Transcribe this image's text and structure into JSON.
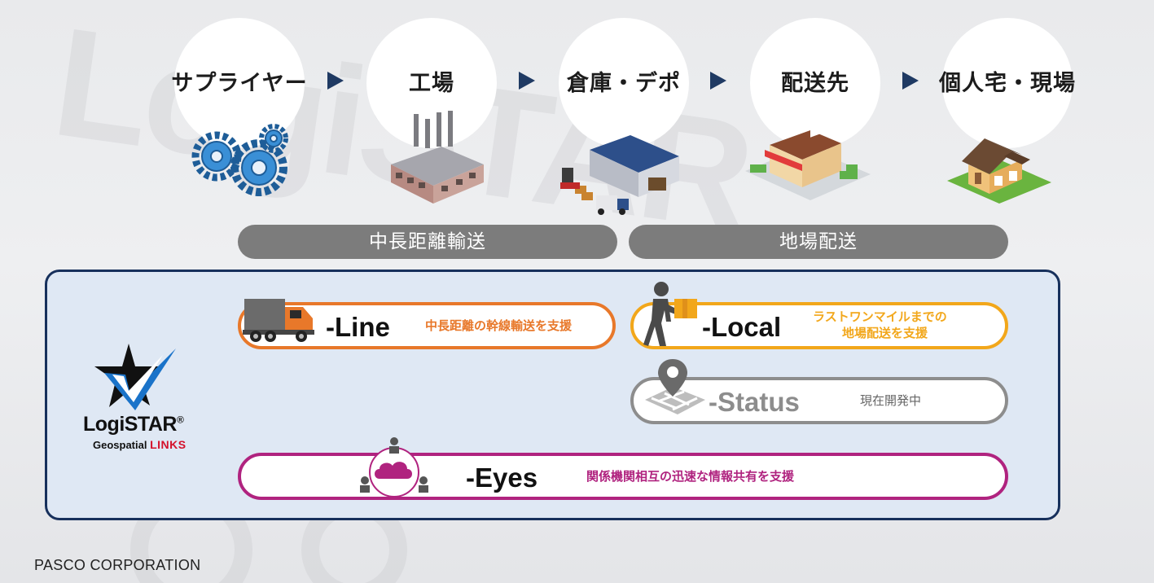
{
  "chain": {
    "stages": [
      {
        "label": "サプライヤー",
        "icon": "gears-icon"
      },
      {
        "label": "工場",
        "icon": "factory-icon"
      },
      {
        "label": "倉庫・デポ",
        "icon": "warehouse-icon"
      },
      {
        "label": "配送先",
        "icon": "store-icon"
      },
      {
        "label": "個人宅・現場",
        "icon": "house-icon"
      }
    ],
    "segments": {
      "long_haul": "中長距離輸送",
      "local": "地場配送"
    }
  },
  "logo": {
    "name": "LogiSTAR",
    "mark": "®",
    "sub": "Geospatial",
    "sub_accent": "LINKS"
  },
  "services": {
    "line": {
      "name": "-Line",
      "desc": "中長距離の幹線輸送を支援",
      "color": "#e8782a",
      "icon": "truck-icon"
    },
    "local": {
      "name": "-Local",
      "desc_1": "ラストワンマイルまでの",
      "desc_2": "地場配送を支援",
      "color": "#f2a71b",
      "icon": "delivery-person-icon"
    },
    "status": {
      "name": "-Status",
      "desc": "現在開発中",
      "color": "#8d8d8d",
      "icon": "map-pin-icon"
    },
    "eyes": {
      "name": "-Eyes",
      "desc": "関係機関相互の迅速な情報共有を支援",
      "color": "#b0237f",
      "icon": "cloud-network-icon"
    }
  },
  "footer": {
    "company": "PASCO CORPORATION"
  }
}
